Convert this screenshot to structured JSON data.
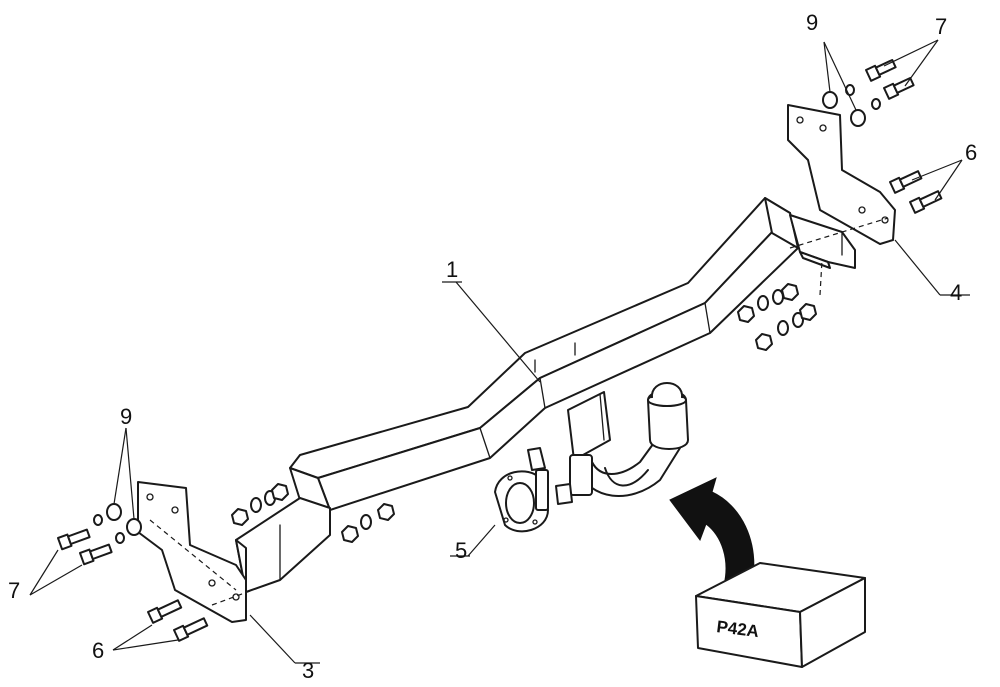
{
  "diagram": {
    "callouts": {
      "c1": "1",
      "c3": "3",
      "c4": "4",
      "c5": "5",
      "c6_left": "6",
      "c6_right": "6",
      "c7_left": "7",
      "c7_right": "7",
      "c9_left": "9",
      "c9_right": "9"
    },
    "module_box_label": "P42A",
    "colors": {
      "line": "#1a1a1a",
      "background": "#ffffff",
      "shade": "#d9d9d9"
    }
  }
}
